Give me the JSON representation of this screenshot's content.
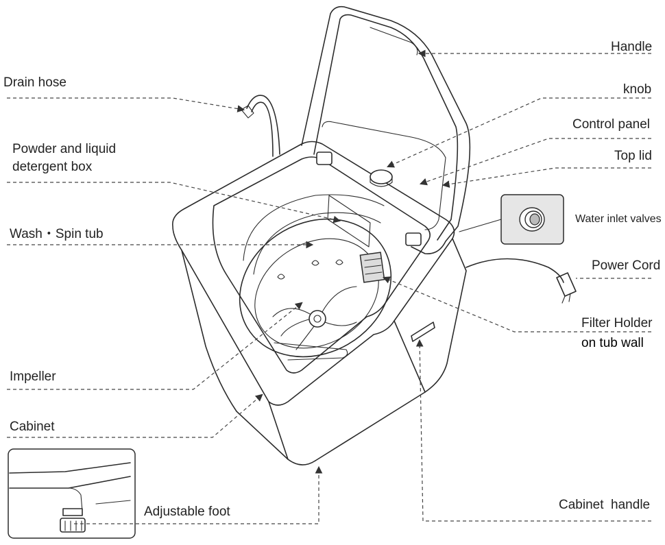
{
  "labels": {
    "drain_hose": "Drain hose",
    "detergent_box_line1": "Powder and liquid",
    "detergent_box_line2": "detergent box",
    "wash_spin_tub": "Wash・Spin tub",
    "impeller": "Impeller",
    "cabinet": "Cabinet",
    "adjustable_foot": "Adjustable foot",
    "handle": "Handle",
    "knob": "knob",
    "control_panel": "Control panel",
    "top_lid": "Top lid",
    "water_inlet_valves": "Water inlet valves",
    "power_cord": "Power Cord",
    "filter_holder_line1": "Filter Holder",
    "filter_holder_line2": "on tub wall",
    "cabinet_handle": "Cabinet  handle"
  }
}
